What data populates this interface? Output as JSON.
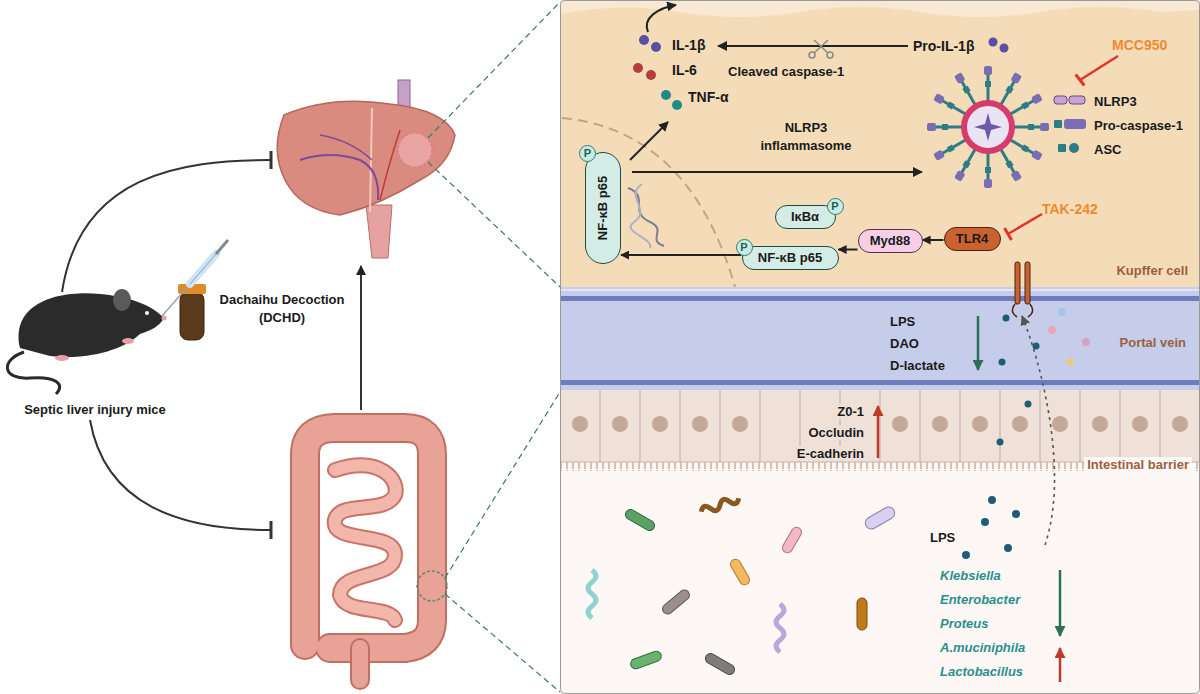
{
  "diagram": {
    "nodes": [
      {
        "text": [
          "Kupffer cell"
        ]
      },
      {
        "text": [
          "NF-κB p65"
        ],
        "in": 0
      },
      {
        "text": [
          "P"
        ],
        "in": 1
      },
      {
        "text": [
          "IκBα"
        ],
        "in": 0
      },
      {
        "text": [
          "P"
        ],
        "in": 3
      },
      {
        "text": [
          "NF-κB p65"
        ],
        "in": 0
      },
      {
        "text": [
          "P"
        ],
        "in": 5
      },
      {
        "text": [
          "Myd88"
        ],
        "in": 0
      },
      {
        "text": [
          "TLR4"
        ],
        "in": 0
      },
      {
        "text": [
          "Portal vein"
        ]
      },
      {
        "text": [
          "Intestinal barrier"
        ]
      }
    ],
    "edges": [
      {
        "from": 8,
        "to": 7,
        "arrow": "to"
      },
      {
        "from": 7,
        "to": 5,
        "arrow": "to"
      },
      {
        "from": 5,
        "to": 1,
        "arrow": "to"
      }
    ],
    "labels": [
      "Septic liver injury mice",
      "Dachaihu Decoction (DCHD)",
      "IL-1β",
      "IL-6",
      "TNF-α",
      "Pro-IL-1β",
      "Cleaved caspase-1",
      "MCC950",
      "NLRP3",
      "Pro-caspase-1",
      "ASC",
      "NLRP3 inflammasome",
      "TAK-242",
      "LPS",
      "DAO",
      "D-lactate",
      "Z0-1",
      "Occludin",
      "E-cadherin",
      "LPS",
      "Klebsiella",
      "Enterobacter",
      "Proteus",
      "A.muciniphila",
      "Lactobacillus"
    ]
  }
}
